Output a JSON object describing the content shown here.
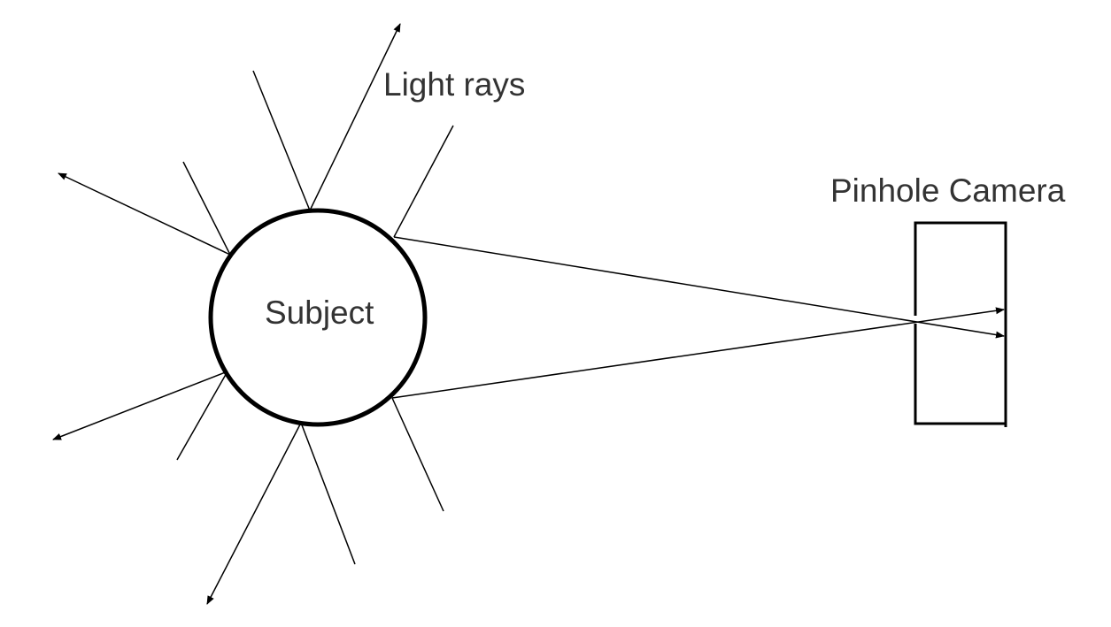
{
  "labels": {
    "light_rays": "Light rays",
    "subject": "Subject",
    "camera": "Pinhole Camera"
  },
  "colors": {
    "stroke": "#000000",
    "text": "#333333",
    "background": "#ffffff"
  }
}
